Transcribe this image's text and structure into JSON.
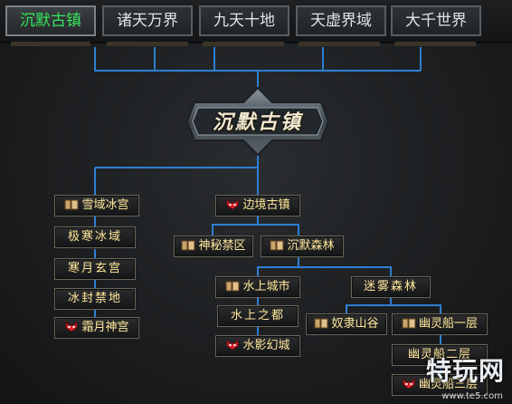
{
  "tabs": [
    {
      "label": "沉默古镇",
      "active": true
    },
    {
      "label": "诸天万界",
      "active": false
    },
    {
      "label": "九天十地",
      "active": false
    },
    {
      "label": "天虚界域",
      "active": false
    },
    {
      "label": "大千世界",
      "active": false
    }
  ],
  "banner": {
    "title": "沉默古镇"
  },
  "nodes": {
    "xueyu_binggong": {
      "label": "雪域冰宫",
      "icon": "book-icon"
    },
    "jihan_bingyu": {
      "label": "极寒冰域",
      "icon": ""
    },
    "hanyue_xuangong": {
      "label": "寒月玄宫",
      "icon": ""
    },
    "bingfeng_jindi": {
      "label": "冰封禁地",
      "icon": ""
    },
    "shuangyue_shengong": {
      "label": "霜月神宫",
      "icon": "demon-icon"
    },
    "bianjing_guzhen": {
      "label": "边境古镇",
      "icon": "demon-icon"
    },
    "shenmi_jinqu": {
      "label": "神秘禁区",
      "icon": "book-icon"
    },
    "chenmo_senlin": {
      "label": "沉默森林",
      "icon": "book-icon"
    },
    "shuishang_chengshi": {
      "label": "水上城市",
      "icon": "book-icon"
    },
    "shuishang_zhidu": {
      "label": "水上之都",
      "icon": ""
    },
    "shuiying_huancheng": {
      "label": "水影幻城",
      "icon": "demon-icon"
    },
    "miwu_senlin": {
      "label": "迷雾森林",
      "icon": ""
    },
    "nushu_shangu": {
      "label": "奴隶山谷",
      "icon": "book-icon"
    },
    "youling_yiceng": {
      "label": "幽灵船一层",
      "icon": "book-icon"
    },
    "youling_erceng": {
      "label": "幽灵船二层",
      "icon": ""
    },
    "youling_sanceng": {
      "label": "幽灵船三层",
      "icon": "demon-icon"
    }
  },
  "colors": {
    "line": "#2e7fd3",
    "node_text": "#ffe79a",
    "active_tab": "#34e85a"
  },
  "watermark": {
    "text": "特玩网",
    "url": "www.te5.com"
  }
}
